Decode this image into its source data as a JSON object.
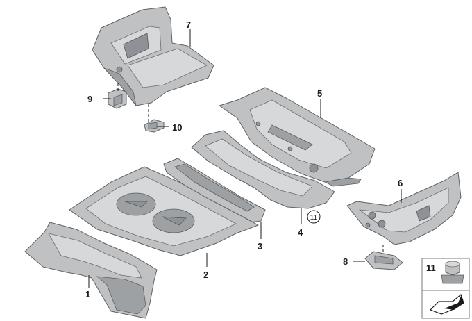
{
  "callouts": [
    {
      "id": "1",
      "label": "1"
    },
    {
      "id": "2",
      "label": "2"
    },
    {
      "id": "3",
      "label": "3"
    },
    {
      "id": "4",
      "label": "4"
    },
    {
      "id": "5",
      "label": "5"
    },
    {
      "id": "6",
      "label": "6"
    },
    {
      "id": "7",
      "label": "7"
    },
    {
      "id": "8",
      "label": "8"
    },
    {
      "id": "9",
      "label": "9"
    },
    {
      "id": "10",
      "label": "10"
    },
    {
      "id": "11",
      "label": "11"
    }
  ],
  "inset": {
    "label": "11"
  },
  "colors": {
    "part": "#bfc1c3",
    "outline": "#5f6163",
    "text": "#1a1a1a"
  }
}
